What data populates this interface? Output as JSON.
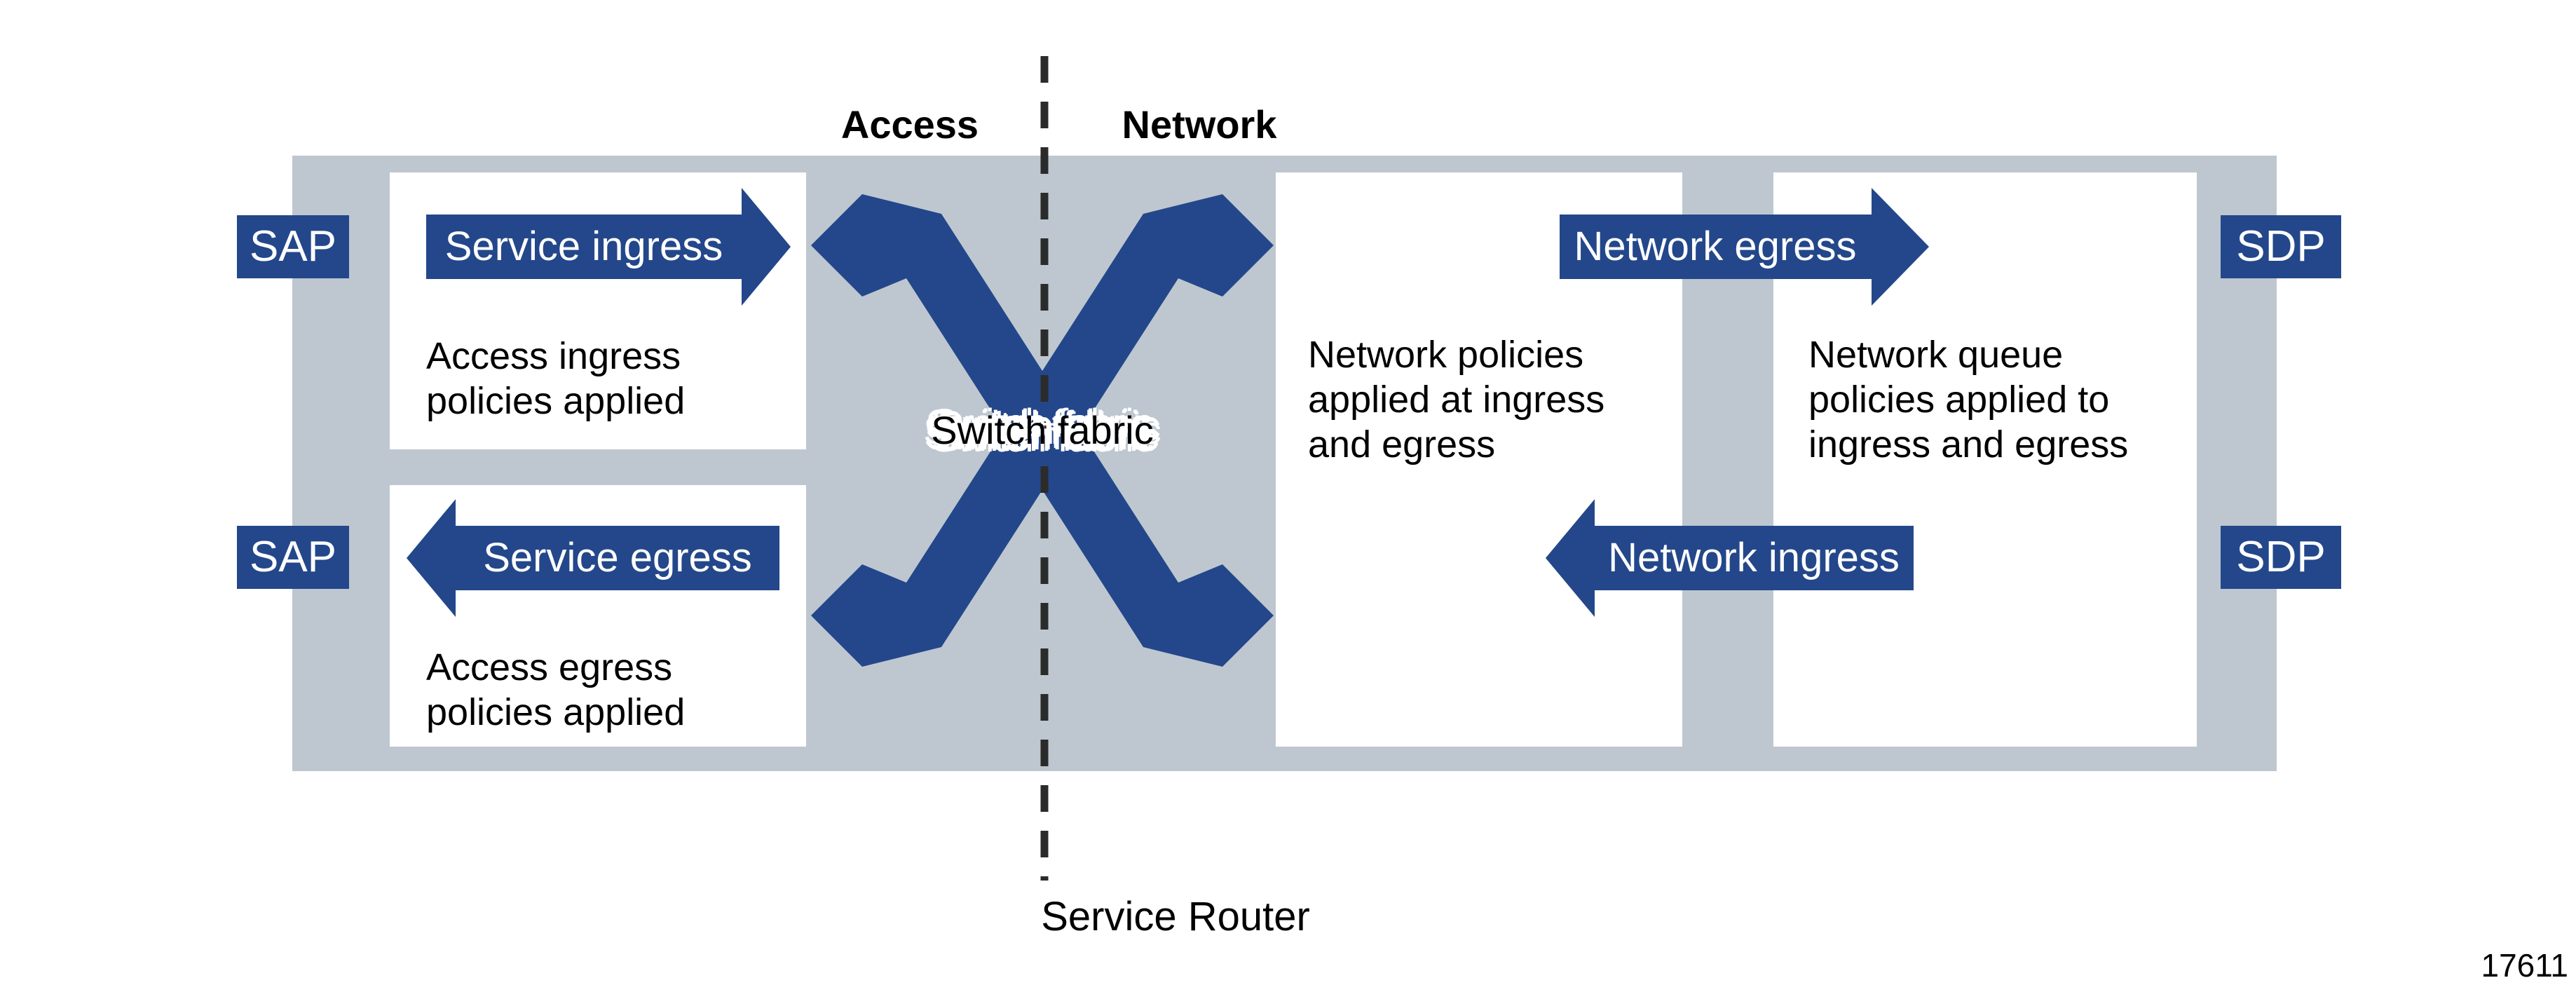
{
  "figure": {
    "caption": "Service Router",
    "number": "17611"
  },
  "colors": {
    "blue": "#23478a",
    "gray": "#bec7d0",
    "dash": "#2b2b2b",
    "white": "#ffffff",
    "black": "#000000"
  },
  "zones": {
    "access": "Access",
    "network": "Network"
  },
  "switch_fabric": {
    "label": "Switch fabric"
  },
  "endpoints": {
    "sap_top": {
      "label": "SAP"
    },
    "sap_bottom": {
      "label": "SAP"
    },
    "sdp_top": {
      "label": "SDP"
    },
    "sdp_bottom": {
      "label": "SDP"
    }
  },
  "arrows": {
    "service_ingress": {
      "label": "Service ingress",
      "direction": "right"
    },
    "service_egress": {
      "label": "Service egress",
      "direction": "left"
    },
    "network_egress": {
      "label": "Network egress",
      "direction": "right"
    },
    "network_ingress": {
      "label": "Network ingress",
      "direction": "left"
    }
  },
  "boxes": {
    "access_ingress": {
      "lines": [
        "Access ingress",
        "policies applied"
      ]
    },
    "access_egress": {
      "lines": [
        "Access egress",
        "policies applied"
      ]
    },
    "network_policies": {
      "lines": [
        "Network policies",
        "applied at ingress",
        "and egress"
      ]
    },
    "network_queue": {
      "lines": [
        "Network queue",
        "policies applied to",
        "ingress and egress"
      ]
    }
  }
}
